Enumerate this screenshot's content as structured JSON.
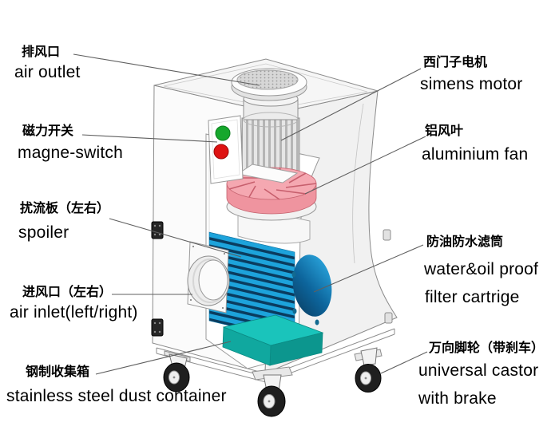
{
  "diagram": {
    "labels_left": [
      {
        "cn": "排风口",
        "en": "air outlet"
      },
      {
        "cn": "磁力开关",
        "en": "magne-switch"
      },
      {
        "cn": "扰流板（左右）",
        "en": "spoiler"
      },
      {
        "cn": "进风口（左右）",
        "en": "air inlet(left/right)"
      },
      {
        "cn": "钢制收集箱",
        "en": "stainless steel dust container"
      }
    ],
    "labels_right": [
      {
        "cn": "西门子电机",
        "en": "simens motor"
      },
      {
        "cn": "铝风叶",
        "en": "aluminium fan"
      },
      {
        "cn": "防油防水滤筒",
        "en": "water&oil proof",
        "en2": "filter cartrige"
      },
      {
        "cn": "万向脚轮（带刹车）",
        "en": "universal castor",
        "en2": "with brake"
      }
    ],
    "colors": {
      "fan_top": "#f5a8b1",
      "fan_side": "#ef949f",
      "fan_line": "#c75f6d",
      "filter_light": "#1da3db",
      "filter_dark": "#0a3c5f",
      "container_top": "#1ac4bb",
      "container_left": "#10a89f",
      "container_front": "#0c968e",
      "button_green": "#16a72c",
      "button_red": "#de1312",
      "leader_line": "#5f5f5f"
    }
  }
}
